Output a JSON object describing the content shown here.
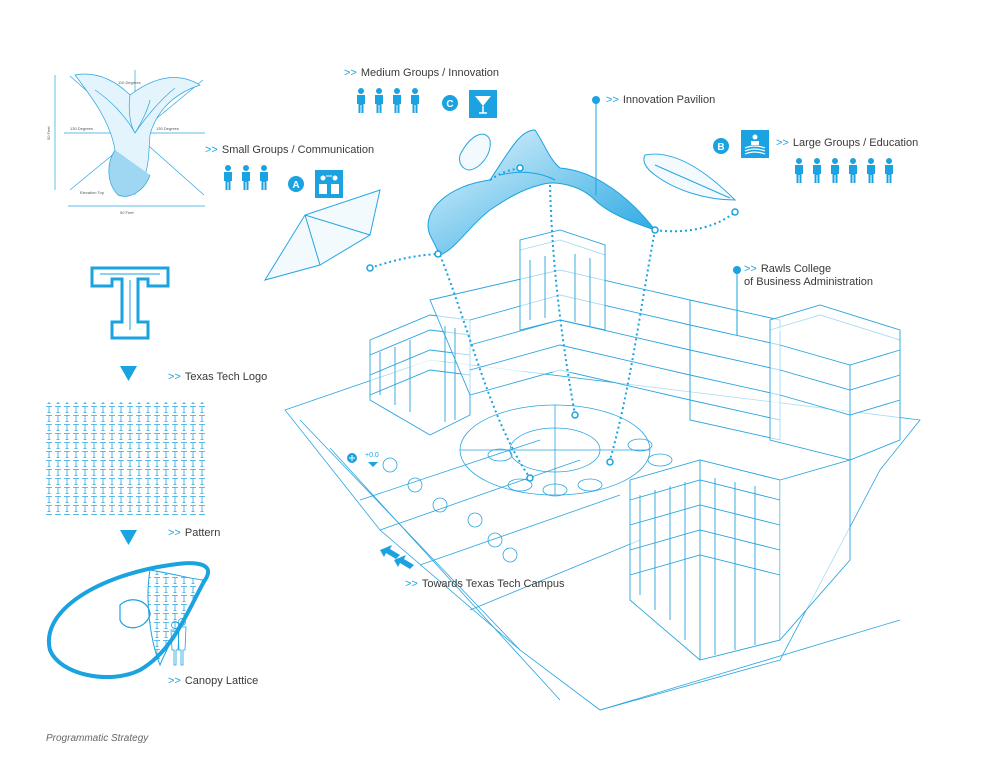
{
  "labels": {
    "medium_groups": "Medium Groups / Innovation",
    "small_groups": "Small Groups / Communication",
    "innovation_pavilion": "Innovation Pavilion",
    "large_groups": "Large Groups / Education",
    "rawls_line1": "Rawls College",
    "rawls_line2": "of Business Administration",
    "texas_tech_logo": "Texas Tech Logo",
    "pattern": "Pattern",
    "canopy_lattice": "Canopy Lattice",
    "towards_campus": "Towards Texas Tech Campus",
    "prefix": ">>"
  },
  "badges": {
    "a": "A",
    "b": "B",
    "c": "C"
  },
  "elevation_marker": "+0.0",
  "sketch_annotations": {
    "angle_top": "110 Degrees",
    "angle_left": "130 Degrees",
    "angle_right": "130 Degrees",
    "width": "50 Feet",
    "height": "50 Feet",
    "note": "Elevation Top"
  },
  "caption": "Programmatic Strategy",
  "colors": {
    "accent": "#1aa3e0",
    "text": "#3a3a3a",
    "line": "#2aa5df"
  }
}
